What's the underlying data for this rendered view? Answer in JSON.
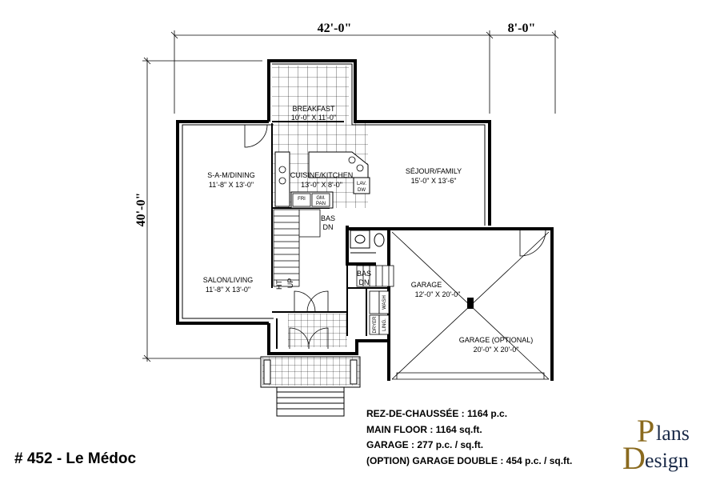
{
  "dimensions": {
    "width_main": "42'-0\"",
    "width_garage": "8'-0\"",
    "depth": "40'-0\""
  },
  "rooms": {
    "breakfast": {
      "name": "BREAKFAST",
      "size": "10'-0\" X 11'-0\""
    },
    "dining": {
      "name": "S-A-M/DINING",
      "size": "11'-8\" X 13'-0\""
    },
    "kitchen": {
      "name": "CUISINE/KITCHEN",
      "size": "13'-0\" X 8'-0\""
    },
    "family": {
      "name": "SÉJOUR/FAMILY",
      "size": "15'-0\" X 13'-6\""
    },
    "living": {
      "name": "SALON/LIVING",
      "size": "11'-8\" X 13'-0\""
    },
    "garage": {
      "name": "GARAGE",
      "size": "12'-0\" X 20'-0\""
    },
    "garage_optional": {
      "name": "GARAGE (OPTIONAL)",
      "size": "20'-0\" X 20'-0\""
    }
  },
  "fixtures": {
    "fridge": "FRI",
    "microwave_1": "GM.",
    "microwave_2": "PAN",
    "dishwasher_1": "LAV.",
    "dishwasher_2": "DW",
    "stairs_down_1": "BAS",
    "stairs_down_2": "DN",
    "stairs_up_1": "HT",
    "stairs_up_2": "UP",
    "stairs2_down_1": "BAS",
    "stairs2_down_2": "DN",
    "dryer": "DRYER",
    "washer": "WASH",
    "laundry": "LING."
  },
  "areas": {
    "line1_label": "REZ-DE-CHAUSSÉE : ",
    "line1_value": "1164 p.c.",
    "line2_label": "MAIN FLOOR : ",
    "line2_value": "1164 sq.ft.",
    "line3_label": "GARAGE : ",
    "line3_value": "277 p.c. / sq.ft.",
    "line4_label": "(OPTION) GARAGE DOUBLE : ",
    "line4_value": "454 p.c. / sq.ft."
  },
  "plan_number": "# 452 - Le Médoc",
  "logo": {
    "word1": "lans",
    "word2": "esign",
    "initial1": "P",
    "initial2": "D",
    "color": "#8a6a1e"
  }
}
